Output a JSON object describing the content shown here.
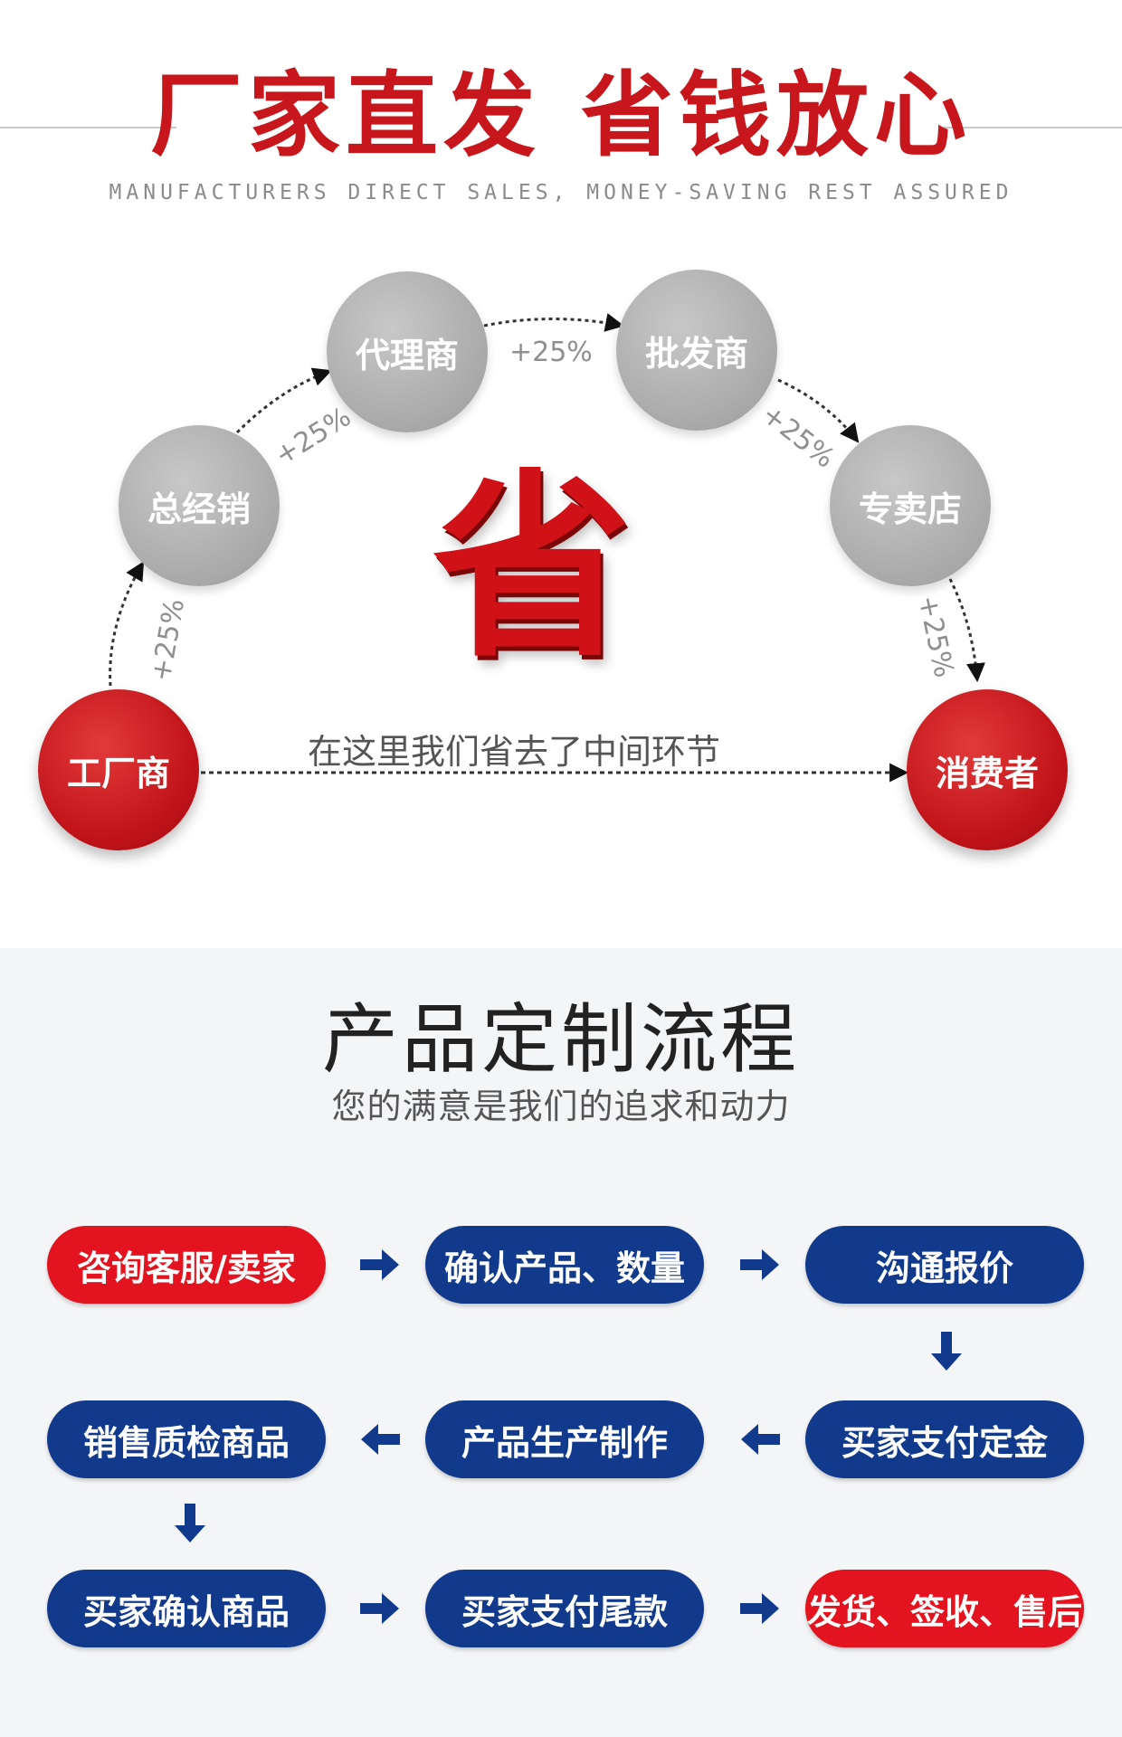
{
  "hero": {
    "title_left": "厂家直发",
    "title_right": "省钱放心",
    "subtitle": "MANUFACTURERS DIRECT SALES, MONEY-SAVING REST ASSURED"
  },
  "chain": {
    "nodes": {
      "factory": "工厂商",
      "general_distributor": "总经销",
      "agent": "代理商",
      "wholesaler": "批发商",
      "store": "专卖店",
      "consumer": "消费者"
    },
    "markups": [
      "+25%",
      "+25%",
      "+25%",
      "+25%",
      "+25%"
    ],
    "center_char": "省",
    "saving_text": "在这里我们省去了中间环节"
  },
  "process": {
    "title": "产品定制流程",
    "subtitle": "您的满意是我们的追求和动力",
    "steps": [
      "咨询客服/卖家",
      "确认产品、数量",
      "沟通报价",
      "买家支付定金",
      "产品生产制作",
      "销售质检商品",
      "买家确认商品",
      "买家支付尾款",
      "发货、签收、售后"
    ]
  },
  "colors": {
    "brand_red": "#c8171c",
    "node_gray": "#a9a9a9",
    "pill_blue": "#123a8c",
    "pill_red": "#e3141f",
    "arrow_blue": "#123a8c"
  }
}
